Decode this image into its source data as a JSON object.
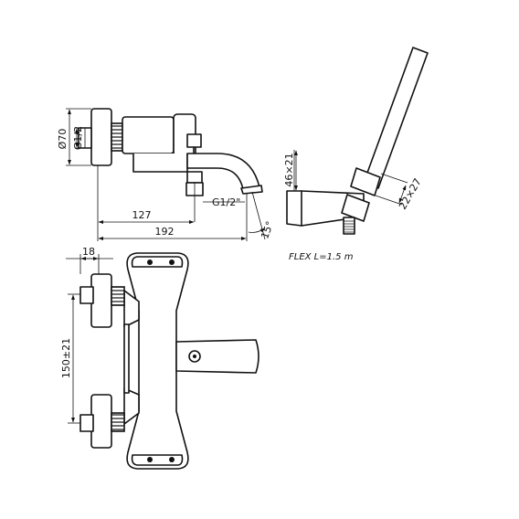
{
  "labels": {
    "dia_70": "Ø70",
    "thread_g12_left": "G1/2",
    "thread_g12_spout": "G1/2\"",
    "dim_127": "127",
    "dim_192": "192",
    "angle_15": "15°",
    "dim_46x21": "46×21",
    "dim_22x27": "22×27",
    "flex": "FLEX L=1.5 m",
    "dim_18": "18",
    "dim_150": "150±21"
  }
}
